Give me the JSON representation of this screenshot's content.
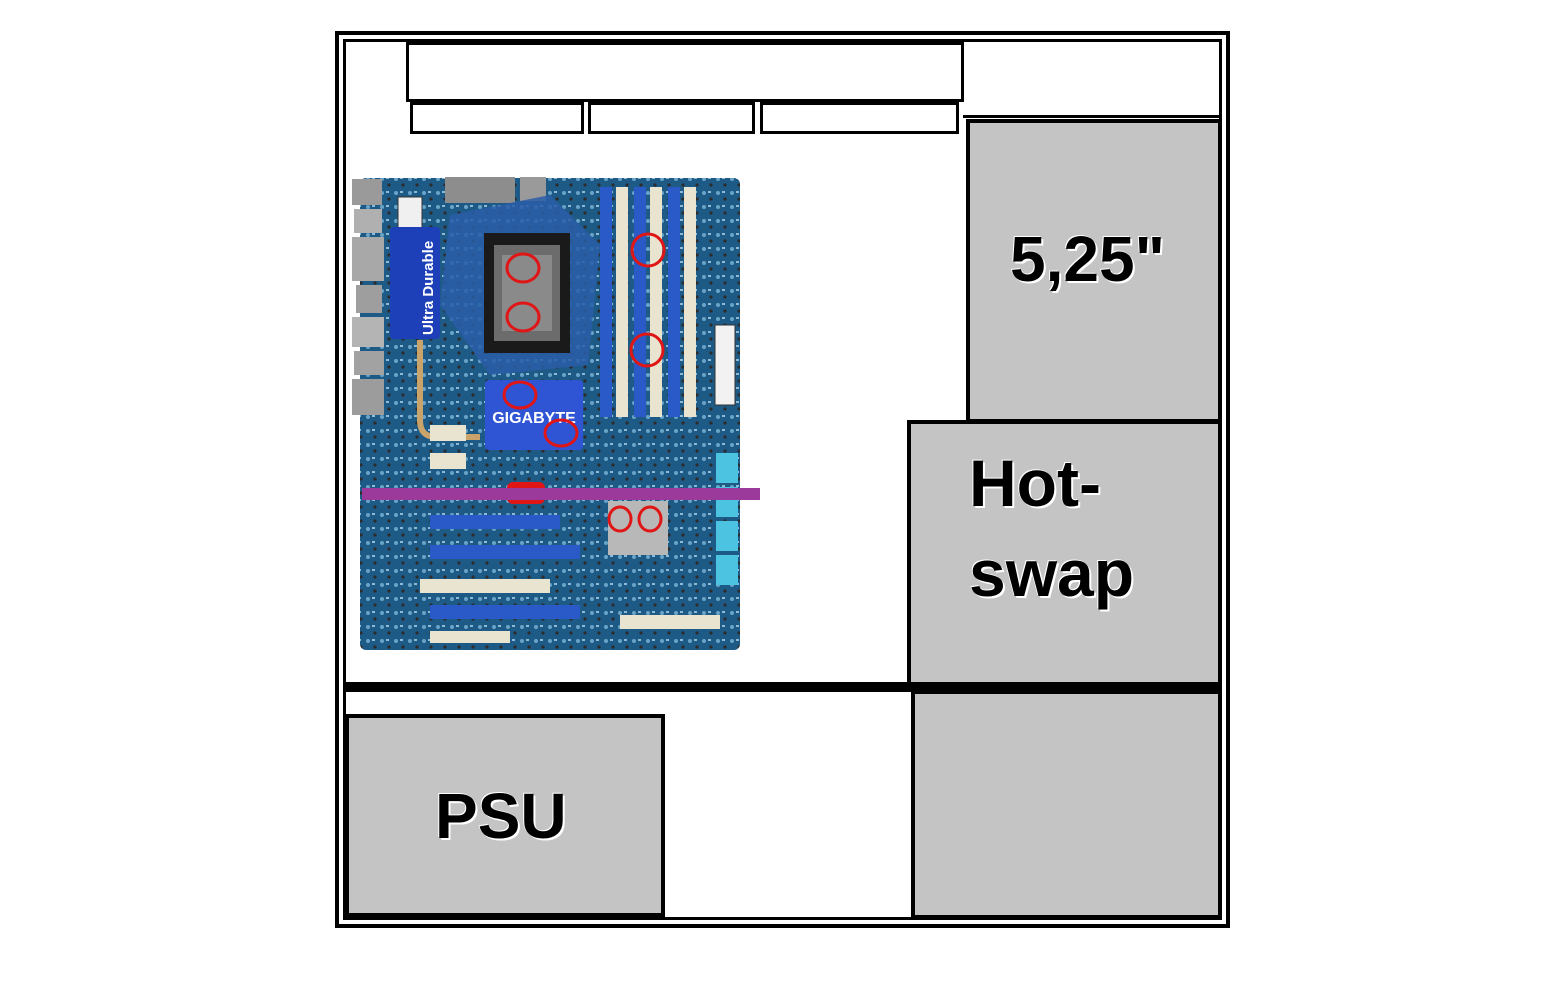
{
  "labels": {
    "optical_bay": "5,25\"",
    "hotswap_line1": "Hot-",
    "hotswap_line2": "swap",
    "psu": "PSU"
  },
  "motherboard": {
    "brand_heatsink": "GIGABYTE",
    "vrm_heatsink": "Ultra Durable",
    "pcb_color": "#1e5a86",
    "slot_color": "#e8e4d0"
  },
  "colors": {
    "bay_fill": "#c4c4c4",
    "outline": "#000000",
    "marker_circle": "#e01515",
    "marker_line": "#9b3a9b"
  }
}
